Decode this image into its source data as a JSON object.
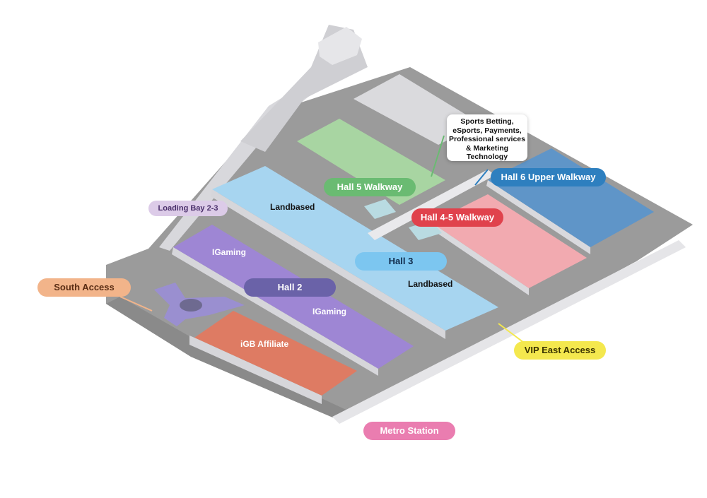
{
  "labels": {
    "loading_bay": "Loading Bay 2-3",
    "south_access": "South Access",
    "hall2": "Hall 2",
    "hall3": "Hall 3",
    "hall5_walkway": "Hall 5 Walkway",
    "hall45_walkway": "Hall 4-5 Walkway",
    "hall6_upper": "Hall 6 Upper Walkway",
    "vip_east": "VIP East Access",
    "metro": "Metro Station",
    "landbased_upper": "Landbased",
    "landbased_lower": "Landbased",
    "igaming_upper": "IGaming",
    "igaming_lower": "IGaming",
    "igb_affiliate": "iGB Affiliate",
    "callout": "Sports Betting, eSports, Payments, Professional services & Marketing Technology"
  },
  "colors": {
    "hall5": "#a8d5a2",
    "hall3": "#a7d5f0",
    "hall45": "#f2aab0",
    "hall6": "#5f95c8",
    "hall2": "#9e86d4",
    "affiliate": "#de7b63",
    "ground": "#9a9a9a",
    "pill_hall5": "#6abb72",
    "pill_hall3": "#7cc6f0",
    "pill_hall45": "#e0424c",
    "pill_hall6": "#2e7fbf",
    "pill_hall2": "#6a62a8",
    "pill_loading": "#dccbe8",
    "pill_south": "#f2b48a",
    "pill_vip": "#f4e84e",
    "pill_metro": "#ea7db0"
  },
  "icons": [
    "venue-building"
  ]
}
